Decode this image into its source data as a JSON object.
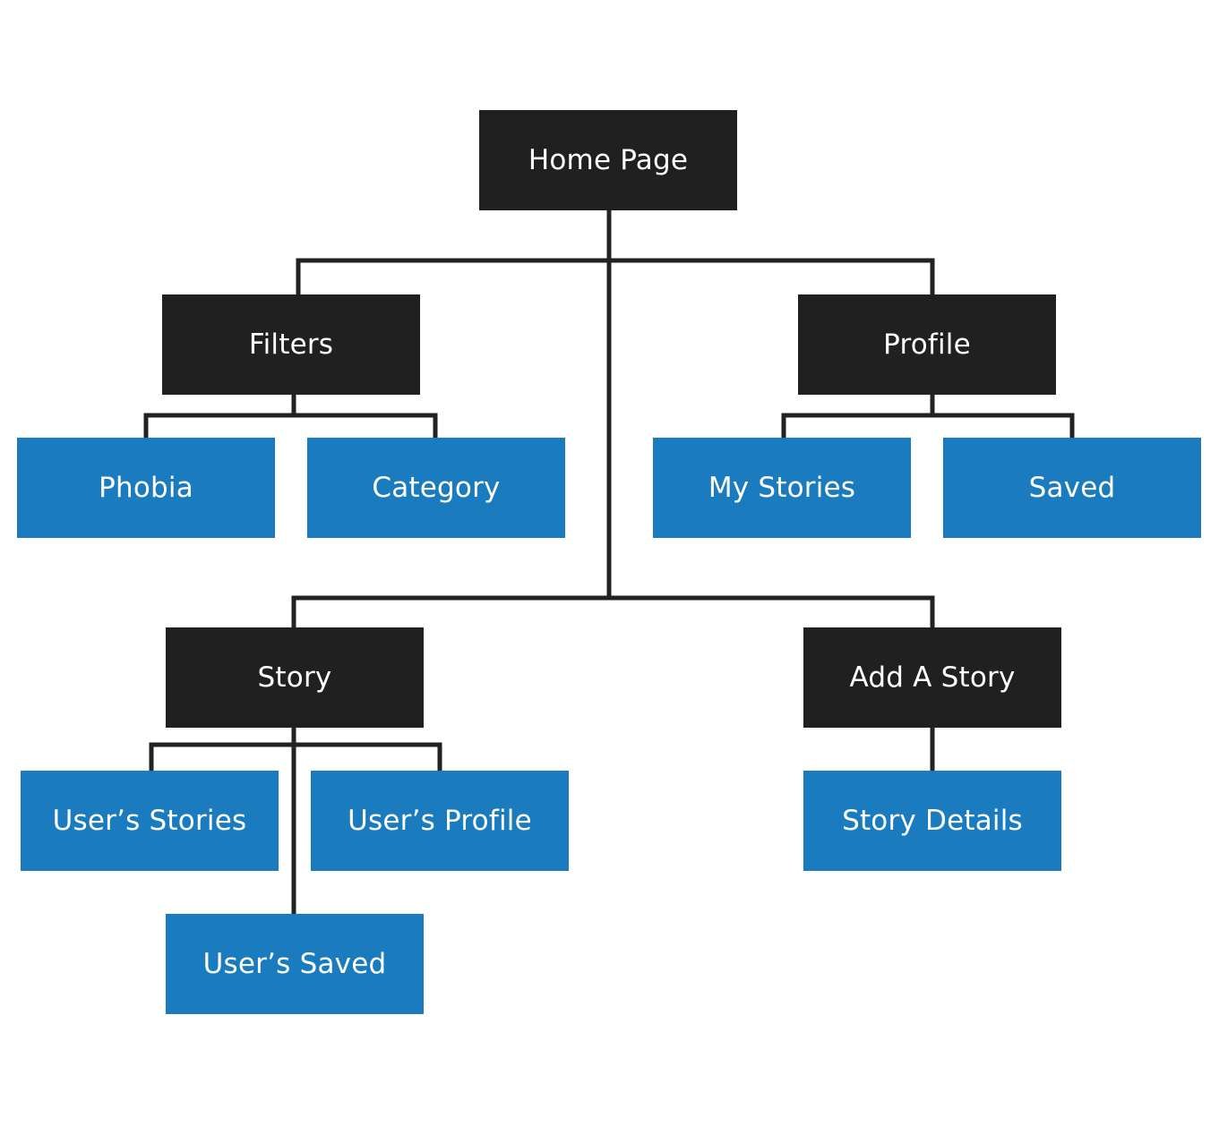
{
  "nodes": {
    "home": "Home Page",
    "filters": "Filters",
    "profile": "Profile",
    "phobia": "Phobia",
    "category": "Category",
    "my_stories": "My Stories",
    "saved": "Saved",
    "story": "Story",
    "add_story": "Add A Story",
    "users_stories": "User’s Stories",
    "users_profile": "User’s Profile",
    "story_details": "Story Details",
    "users_saved": "User’s Saved"
  },
  "colors": {
    "parent_node": "#202020",
    "child_node": "#1b7bbf",
    "connector": "#222222",
    "node_text": "#ffffff"
  }
}
